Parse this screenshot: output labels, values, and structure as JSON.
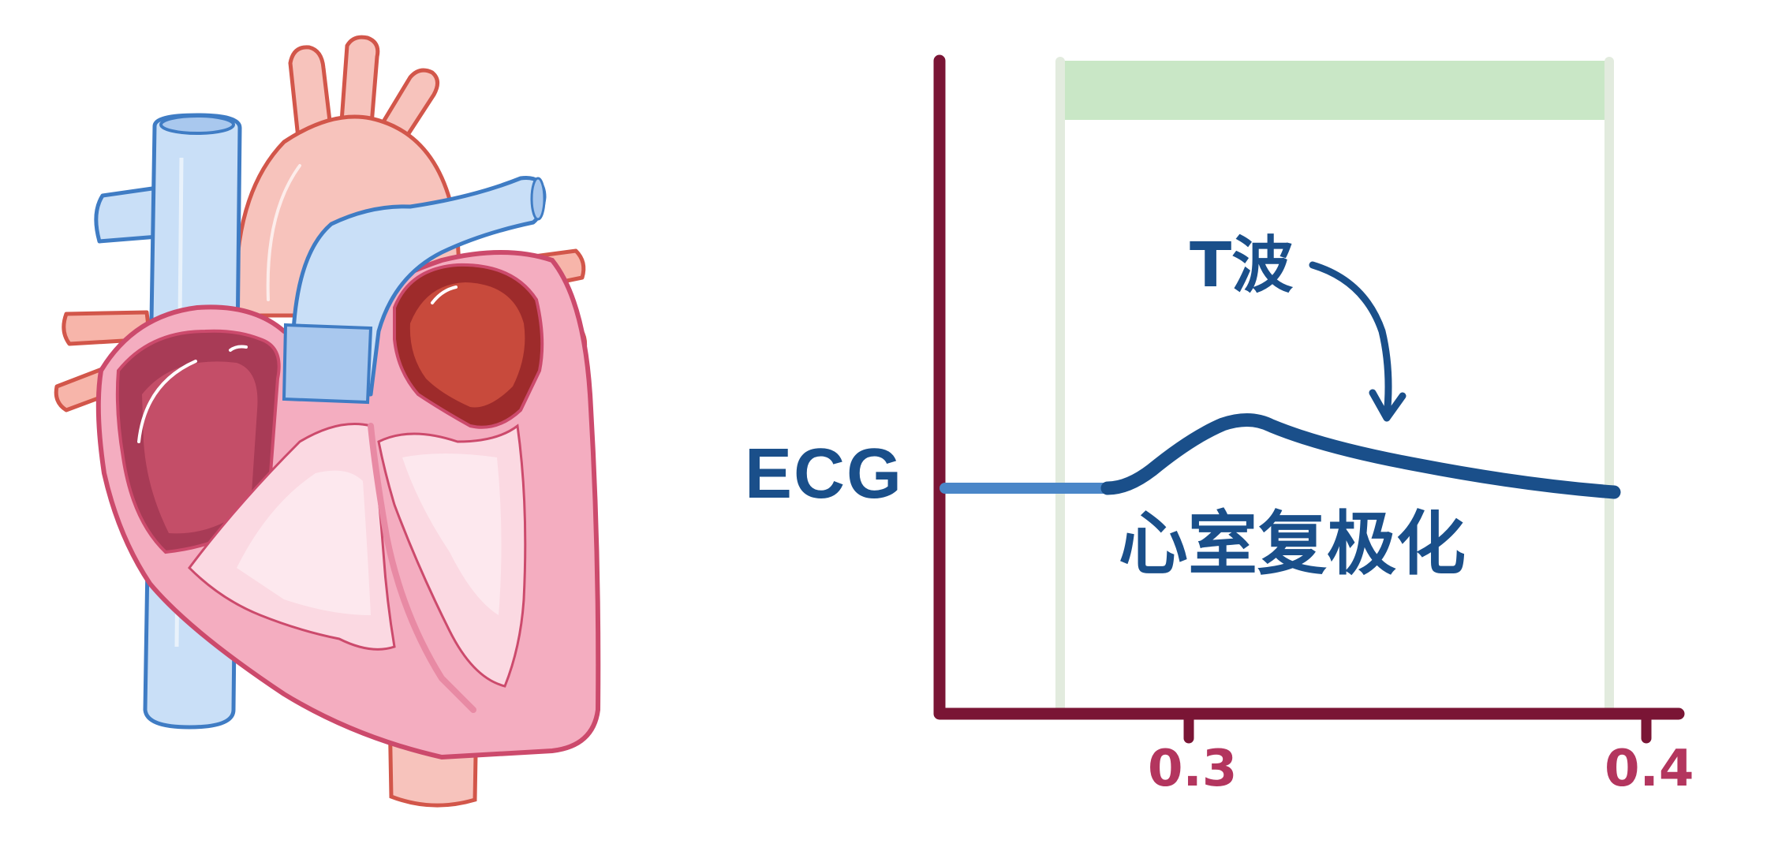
{
  "illustration": {
    "name": "heart-cross-section",
    "colors": {
      "vein_blue": "#c9dff7",
      "vein_outline": "#3f7cc4",
      "artery_pink": "#f7c3bc",
      "artery_outline": "#d2564a",
      "muscle_pink": "#f4adc0",
      "muscle_outline": "#cc4a6c",
      "chamber_light": "#fbd9e2",
      "chamber_lighter": "#fde8ee",
      "right_atrium_blood": "#c44e68",
      "left_atrium_blood": "#c84a3c"
    }
  },
  "chart": {
    "y_label": "ECG",
    "annotation": "T波",
    "caption": "心室复极化",
    "x_ticks": [
      "0.3",
      "0.4"
    ],
    "colors": {
      "axis": "#7a1535",
      "tick_label": "#b3355e",
      "text": "#1a4f8a",
      "curve": "#1a4f8a",
      "baseline": "#4a86c8",
      "highlight_band": "#c9e7c6",
      "highlight_lines": "#e2ebde"
    }
  },
  "chart_data": {
    "type": "line",
    "title": "",
    "xlabel": "",
    "ylabel": "ECG",
    "x_ticks": [
      0.3,
      0.4
    ],
    "xlim": [
      0.2,
      0.405
    ],
    "series": [
      {
        "name": "baseline (isoelectric)",
        "x": [
          0.2,
          0.27
        ],
        "y": [
          0,
          0
        ]
      },
      {
        "name": "T wave",
        "x": [
          0.27,
          0.285,
          0.3,
          0.31,
          0.33,
          0.35,
          0.37,
          0.39,
          0.4
        ],
        "y": [
          0,
          0.15,
          0.55,
          0.85,
          0.7,
          0.5,
          0.3,
          0.12,
          0
        ]
      }
    ],
    "highlight_region": {
      "x_start": 0.28,
      "x_end": 0.4,
      "label": "心室复极化"
    },
    "annotations": [
      {
        "text": "T波",
        "points_to": "T wave, descending limb"
      },
      {
        "text": "心室复极化",
        "position": "below curve"
      }
    ],
    "grid": false,
    "legend": null
  }
}
